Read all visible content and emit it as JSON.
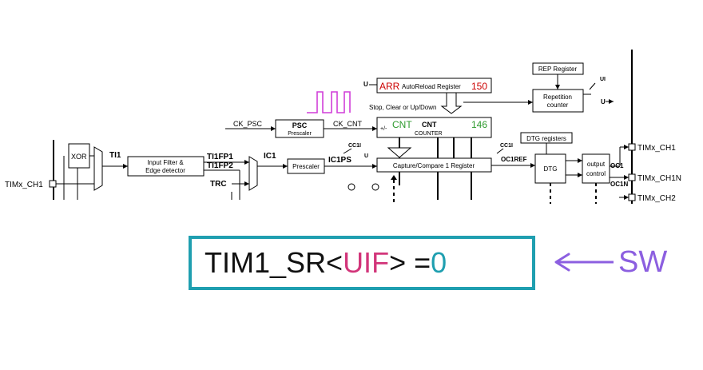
{
  "diagram": {
    "timx_ch1_in": "TIMx_CH1",
    "xor": "XOR",
    "ti1": "TI1",
    "input_filter_line1": "Input Filter &",
    "input_filter_line2": "Edge detector",
    "ti1fp1": "TI1FP1",
    "ti1fp2": "TI1FP2",
    "trc": "TRC",
    "ic1": "IC1",
    "prescaler": "Prescaler",
    "ic1ps": "IC1PS",
    "ck_psc": "CK_PSC",
    "psc": "PSC",
    "psc_sub": "Prescaler",
    "ck_cnt": "CK_CNT",
    "u_arr": "U",
    "arr_prefix": "ARR",
    "arr_text": "AutoReload Register",
    "arr_value": "150",
    "stop_clear": "Stop, Clear or Up/Down",
    "plus_minus": "+/-",
    "cnt_green": "CNT",
    "cnt_bold": "CNT",
    "counter_value": "146",
    "counter_sub": "COUNTER",
    "cc1i_top": "CC1I",
    "u_cc": "U",
    "capture_compare": "Capture/Compare 1 Register",
    "cc1i_right": "CC1I",
    "oc1ref": "OC1REF",
    "rep_register": "REP Register",
    "repetition_line1": "Repetition",
    "repetition_line2": "counter",
    "ui_label": "UI",
    "u_rep": "U",
    "dtg_registers": "DTG registers",
    "dtg": "DTG",
    "output_line1": "output",
    "output_line2": "control",
    "oc1": "OC1",
    "oc1n": "OC1N",
    "timx_ch1_out": "TIMx_CH1",
    "timx_ch1n_out": "TIMx_CH1N",
    "timx_ch2_out": "TIMx_CH2"
  },
  "status": {
    "prefix": "TIM1_SR<",
    "flag": "UIF",
    "middle": "> = ",
    "value": "0"
  },
  "sw": {
    "label": "SW"
  },
  "colors": {
    "arr_red": "#cc0000",
    "cnt_green": "#2e9a2e",
    "clock_magenta": "#d13fd8",
    "flag_pink": "#d2357a",
    "value_teal": "#1f9fb0",
    "border_teal": "#1f9fb0",
    "sw_purple": "#8c5fe0"
  }
}
